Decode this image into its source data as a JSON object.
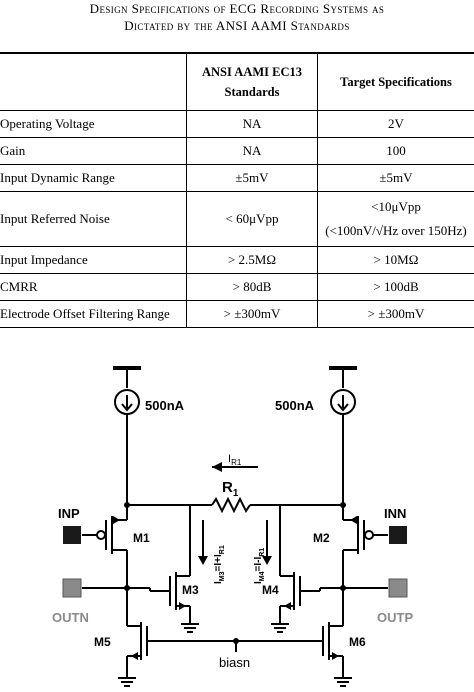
{
  "caption": {
    "line1": "Design Specifications of ECG Recording Systems as",
    "line2": "Dictated by the ANSI AAMI Standards"
  },
  "table": {
    "headers": [
      "",
      "ANSI AAMI EC13 Standards",
      "Target Specifications"
    ],
    "header_col1_line1": "ANSI AAMI EC13",
    "header_col1_line2": "Standards",
    "rows": [
      {
        "param": "Operating Voltage",
        "standard": "NA",
        "target": "2V"
      },
      {
        "param": "Gain",
        "standard": "NA",
        "target": "100"
      },
      {
        "param": "Input Dynamic Range",
        "standard": "±5mV",
        "target": "±5mV"
      },
      {
        "param": "Input Referred Noise",
        "standard": "< 60μVpp",
        "target_line1": "<10μVpp",
        "target_line2": "(<100nV/√Hz over 150Hz)"
      },
      {
        "param": "Input Impedance",
        "standard": "> 2.5MΩ",
        "target": "> 10MΩ"
      },
      {
        "param": "CMRR",
        "standard": "> 80dB",
        "target": "> 100dB"
      },
      {
        "param": "Electrode Offset Filtering Range",
        "standard": "> ±300mV",
        "target": "> ±300mV"
      }
    ]
  },
  "circuit": {
    "source_left": "500nA",
    "source_right": "500nA",
    "current_r1": "I",
    "current_r1_sub": "R1",
    "resistor": "R",
    "resistor_sub": "1",
    "inp": "INP",
    "inn": "INN",
    "outn": "OUTN",
    "outp": "OUTP",
    "m1": "M1",
    "m2": "M2",
    "m3": "M3",
    "m4": "M4",
    "m5": "M5",
    "m6": "M6",
    "im3": "I",
    "im3_sub": "M3",
    "im3_eq": "=I+I",
    "im3_sub2": "R1",
    "im4": "I",
    "im4_sub": "M4",
    "im4_eq": "=I-I",
    "im4_sub2": "R1",
    "biasn": "biasn",
    "colors": {
      "output_terminal": "#8a8a8a",
      "input_terminal": "#1a1a1a"
    }
  }
}
